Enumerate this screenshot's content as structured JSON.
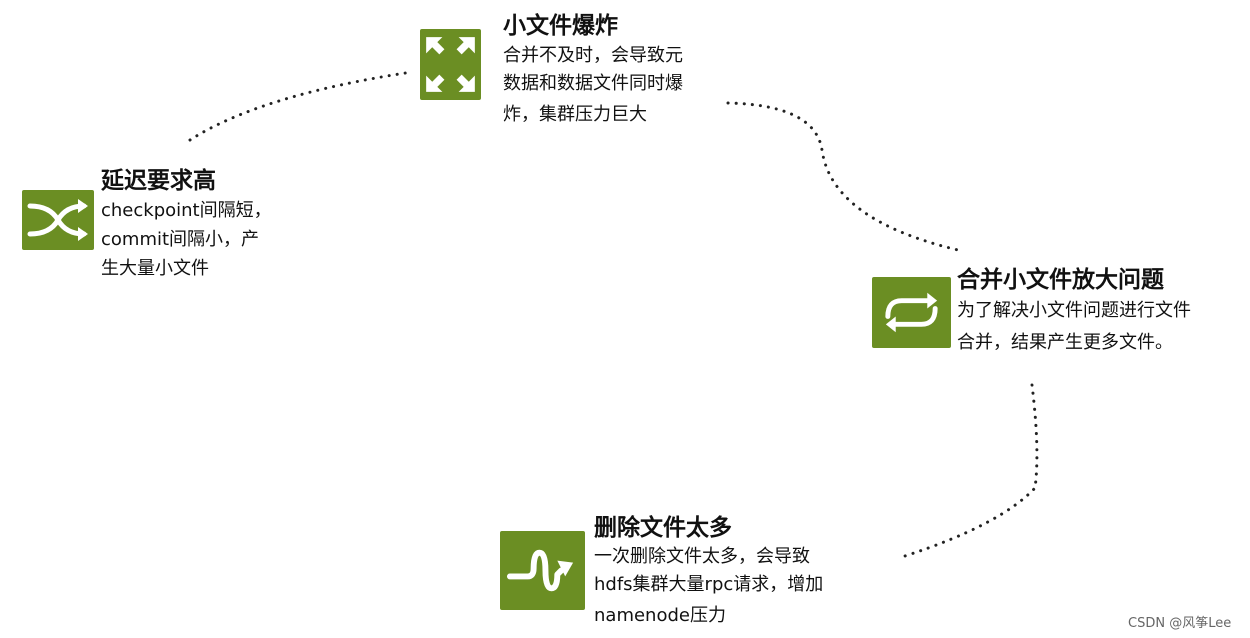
{
  "nodes": {
    "small_file_explosion": {
      "title": "小文件爆炸",
      "lines": [
        "合并不及时，会导致元",
        "数据和数据文件同时爆",
        "炸，集群压力巨大"
      ]
    },
    "latency": {
      "title": "延迟要求高",
      "lines": [
        "checkpoint间隔短，",
        "commit间隔小，产",
        "生大量小文件"
      ]
    },
    "merge_amplification": {
      "title": "合并小文件放大问题",
      "lines": [
        "为了解决小文件问题进行文件",
        "合并，结果产生更多文件。"
      ]
    },
    "too_many_deletes": {
      "title": "删除文件太多",
      "lines": [
        "一次删除文件太多，会导致",
        "hdfs集群大量rpc请求，增加",
        "namenode压力"
      ]
    }
  },
  "watermark": "CSDN @风筝Lee",
  "colors": {
    "icon_bg": "#6b8e23",
    "icon_fg": "#ffffff",
    "dots": "#222222"
  }
}
